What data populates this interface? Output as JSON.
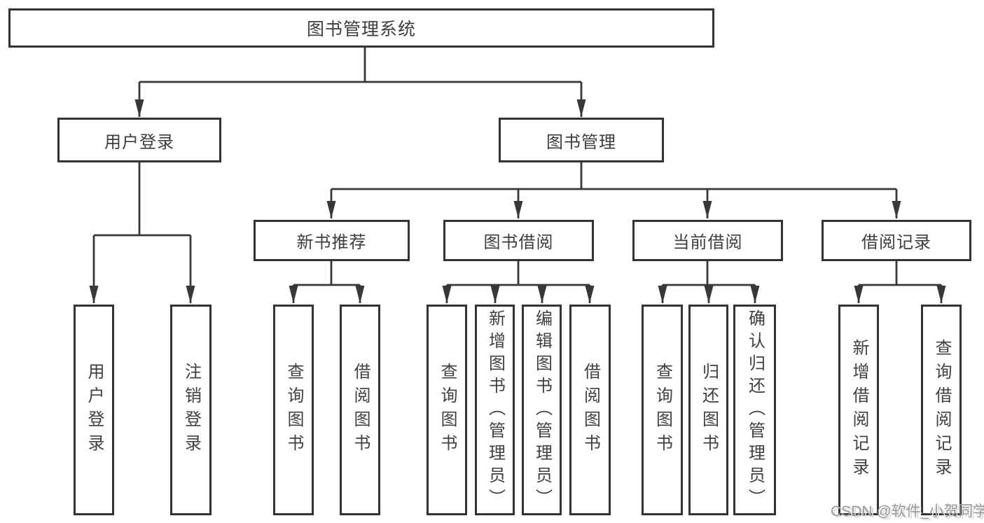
{
  "tree": {
    "root": {
      "label": "图书管理系统"
    },
    "branches": [
      {
        "label": "用户登录",
        "leaves": [
          {
            "label": "用户登录"
          },
          {
            "label": "注销登录"
          }
        ]
      },
      {
        "label": "图书管理",
        "sections": [
          {
            "label": "新书推荐",
            "leaves": [
              {
                "label": "查询图书"
              },
              {
                "label": "借阅图书"
              }
            ]
          },
          {
            "label": "图书借阅",
            "leaves": [
              {
                "label": "查询图书"
              },
              {
                "label": "新增图书（管理员）"
              },
              {
                "label": "编辑图书（管理员）"
              },
              {
                "label": "借阅图书"
              }
            ]
          },
          {
            "label": "当前借阅",
            "leaves": [
              {
                "label": "查询图书"
              },
              {
                "label": "归还图书"
              },
              {
                "label": "确认归还（管理员）"
              }
            ]
          },
          {
            "label": "借阅记录",
            "leaves": [
              {
                "label": "新增借阅记录"
              },
              {
                "label": "查询借阅记录"
              }
            ]
          }
        ]
      }
    ]
  },
  "watermark": {
    "text": "CSDN @软件_小贺同学"
  },
  "colors": {
    "line": "#383838",
    "box_border": "#333333",
    "text": "#3d3d3d",
    "watermark": "#9a9a9a",
    "background": "#ffffff"
  }
}
